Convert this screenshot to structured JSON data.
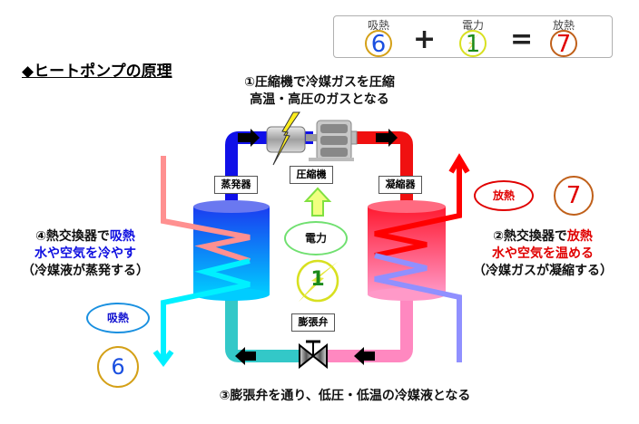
{
  "title": "◆ヒートポンプの原理",
  "equation": {
    "absorb_label": "吸熱",
    "absorb_value": "6",
    "plus": "+",
    "power_label": "電力",
    "power_value": "1",
    "equals": "=",
    "release_label": "放熱",
    "release_value": "7",
    "colors": {
      "absorb_num": "#1a4fe0",
      "absorb_ring": "#d4a017",
      "power_num": "#1a8a1a",
      "power_ring": "#d8e020",
      "release_num": "#e00000",
      "release_ring": "#c0601a"
    }
  },
  "steps": {
    "step1_line1": "①圧縮機で冷媒ガスを圧縮",
    "step1_line2": "高温・高圧のガスとなる",
    "step2_line1_a": "②熱交換器で",
    "step2_line1_b": "放熱",
    "step2_line2": "水や空気を温める",
    "step2_line3": "（冷媒ガスが凝縮する）",
    "step3": "③膨張弁を通り、低圧・低温の冷媒液となる",
    "step4_line1_a": "④熱交換器で",
    "step4_line1_b": "吸熱",
    "step4_line2": "水や空気を冷やす",
    "step4_line3": "（冷媒液が蒸発する）"
  },
  "components": {
    "evaporator": "蒸発器",
    "compressor": "圧縮機",
    "condenser": "凝縮器",
    "expansion_valve": "膨張弁"
  },
  "annotations": {
    "power_oval": "電力",
    "power_value": "1",
    "release_oval": "放熱",
    "release_value": "7",
    "absorb_oval": "吸熱",
    "absorb_value": "6"
  },
  "colors": {
    "cold_pipe": "#1010e8",
    "hot_pipe": "#f01010",
    "liquid_pipe_cold": "#33c8c8",
    "liquid_pipe_warm": "#ff88c0",
    "cold_water_in": "#ff9090",
    "cold_water_out": "#00f0ff",
    "warm_water_in": "#9090ff",
    "warm_water_out": "#ff0000",
    "blue_text": "#1010e0",
    "red_text": "#e00000"
  }
}
